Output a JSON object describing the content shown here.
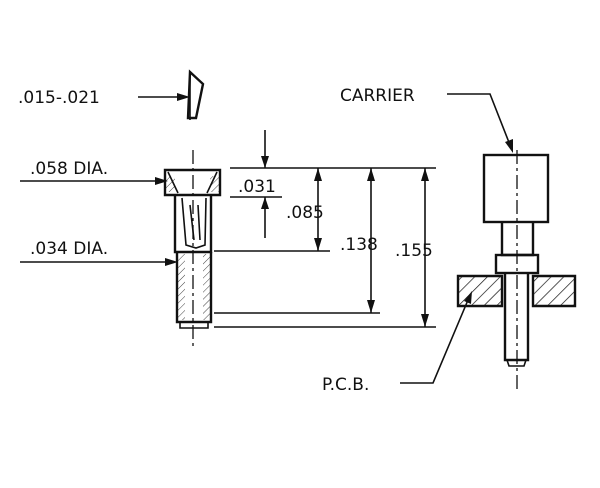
{
  "labels": {
    "wall": ".015-.021",
    "head_dia": ".058 DIA.",
    "shank_dia": ".034 DIA.",
    "head_height": ".031",
    "collar_height": ".085",
    "body_length": ".138",
    "overall_length": ".155",
    "carrier": "CARRIER",
    "pcb": "P.C.B."
  }
}
